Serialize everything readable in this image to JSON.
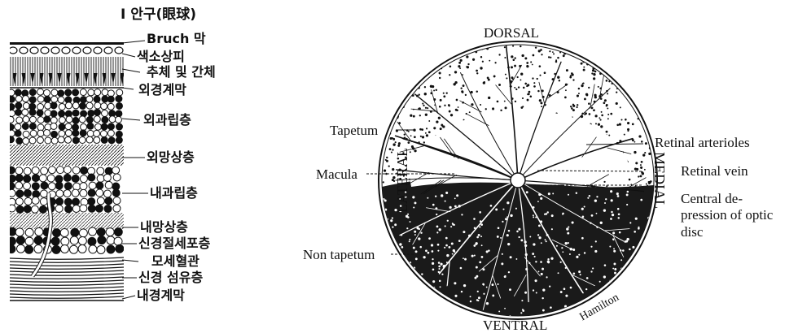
{
  "retina_section": {
    "title": "I  안구(眼球)",
    "labels": [
      "Bruch 막",
      "색소상피",
      "추체 및 간체",
      "외경계막",
      "외과립층",
      "외망상층",
      "내과립층",
      "내망상층",
      "신경절세포층",
      "모세혈관",
      "신경 섬유층",
      "내경계막"
    ]
  },
  "fundus": {
    "top": "DORSAL",
    "bottom": "VENTRAL",
    "left": "LATERAL",
    "right": "MEDIAL",
    "signature": "Hamilton",
    "left_labels": [
      "Tapetum",
      "Macula",
      "Non tapetum"
    ],
    "right_labels": [
      "Retinal arterioles",
      "Retinal vein",
      "Central de-",
      "pression of optic",
      "disc"
    ]
  },
  "colors": {
    "ink": "#111111",
    "paper": "#ffffff"
  }
}
